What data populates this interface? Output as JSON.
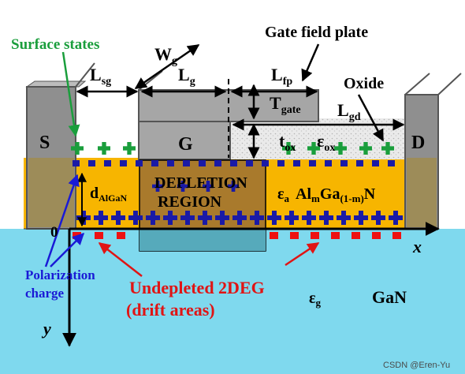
{
  "labels": {
    "surface_states": "Surface states",
    "gate_field_plate": "Gate field plate",
    "oxide": "Oxide",
    "source": "S",
    "drain": "D",
    "gate": "G",
    "depletion_line1": "DEPLETION",
    "depletion_line2": "REGION",
    "origin": "0",
    "x_axis": "x",
    "y_axis": "y",
    "polarization_line1": "Polarization",
    "polarization_line2": "charge",
    "undepleted_line1": "Undepleted 2DEG",
    "undepleted_line2": "(drift areas)",
    "gan": "GaN",
    "watermark": "CSDN @Eren-Yu"
  },
  "symbols": {
    "wg": {
      "main": "W",
      "sub": "g"
    },
    "lsg": {
      "main": "L",
      "sub": "sg"
    },
    "lg": {
      "main": "L",
      "sub": "g"
    },
    "lfp": {
      "main": "L",
      "sub": "fp"
    },
    "tgate": {
      "main": "T",
      "sub": "gate"
    },
    "lgd": {
      "main": "L",
      "sub": "gd"
    },
    "tox": {
      "main": "t",
      "sub": "ox"
    },
    "eox": {
      "main": "ε",
      "sub": "ox"
    },
    "dalgan": {
      "main": "d",
      "sub": "AlGaN"
    },
    "ea": {
      "main": "ε",
      "sub": "a"
    },
    "algan_al": {
      "main": "Al",
      "sub": "m"
    },
    "algan_ga": {
      "main": "Ga",
      "sub": "(1-m)"
    },
    "algan_n": "N",
    "eg": {
      "main": "ε",
      "sub": "g"
    }
  },
  "colors": {
    "gan": "#7fd9ee",
    "algan": "#f7b500",
    "contact": "#8f8f8f",
    "contact_edge": "#555555",
    "gate_metal": "#a6a6a6",
    "surface_state": "#1a9e3c",
    "polarization": "#1a1aa6",
    "electron_2deg": "#ee1111",
    "label_green": "#1a9e3c",
    "label_blue": "#1a1ad6",
    "label_red": "#e01414"
  }
}
